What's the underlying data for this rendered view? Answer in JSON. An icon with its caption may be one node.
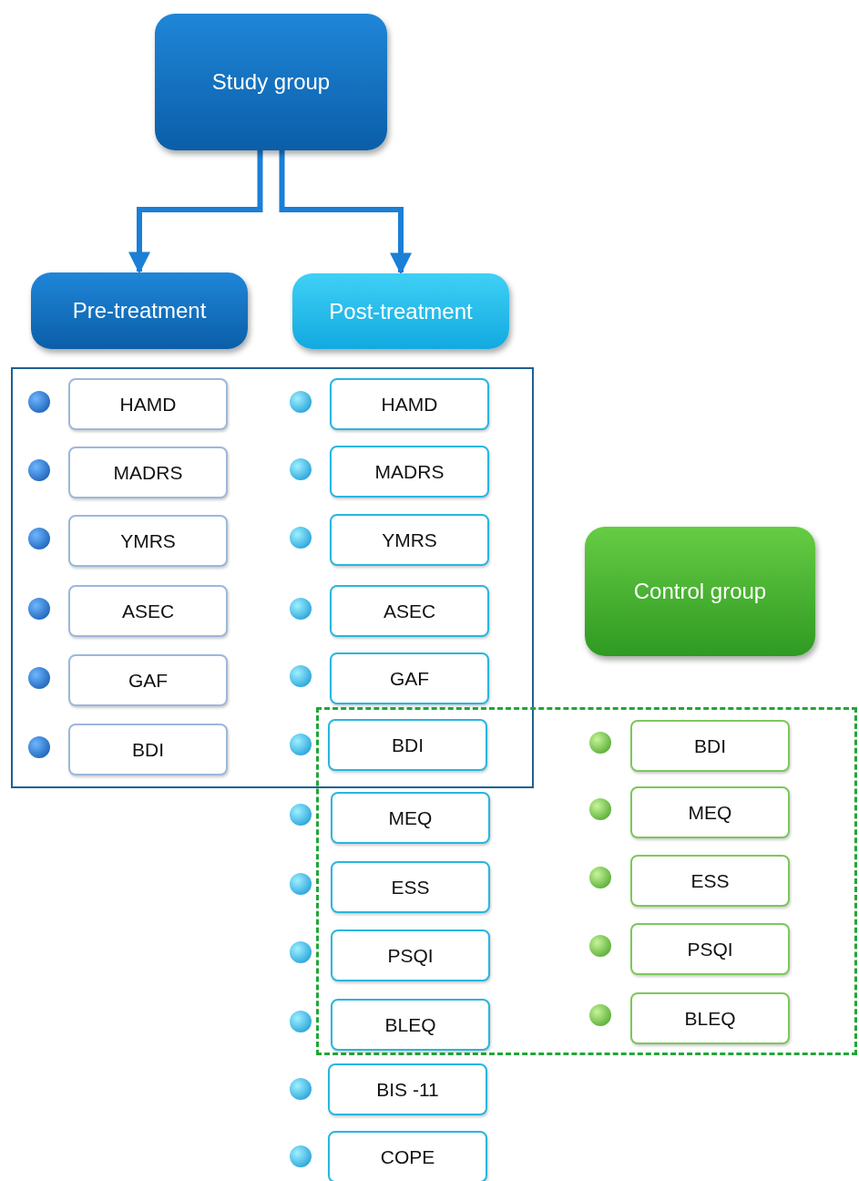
{
  "diagram": {
    "nodes": [
      {
        "text": [
          "Study group"
        ]
      },
      {
        "text": [
          "Pre-treatment"
        ]
      },
      {
        "text": [
          "Post-treatment"
        ]
      },
      {
        "text": [],
        "shape": "box"
      },
      {
        "text": [
          "HAMD"
        ],
        "in": 3
      },
      {
        "text": [
          "MADRS"
        ],
        "in": 3
      },
      {
        "text": [
          "YMRS"
        ],
        "in": 3
      },
      {
        "text": [
          "ASEC"
        ],
        "in": 3
      },
      {
        "text": [
          "GAF"
        ],
        "in": 3
      },
      {
        "text": [
          "BDI"
        ],
        "in": 3
      },
      {
        "text": [
          "HAMD"
        ],
        "in": 3
      },
      {
        "text": [
          "MADRS"
        ],
        "in": 3
      },
      {
        "text": [
          "YMRS"
        ],
        "in": 3
      },
      {
        "text": [
          "ASEC"
        ],
        "in": 3
      },
      {
        "text": [
          "GAF"
        ],
        "in": 3
      },
      {
        "text": [
          "BDI"
        ]
      },
      {
        "text": [
          "Control group"
        ]
      },
      {
        "text": [],
        "shape": "box"
      },
      {
        "text": [
          "MEQ"
        ],
        "in": 17
      },
      {
        "text": [
          "ESS"
        ],
        "in": 17
      },
      {
        "text": [
          "PSQI"
        ],
        "in": 17
      },
      {
        "text": [
          "BLEQ"
        ],
        "in": 17
      },
      {
        "text": [
          "BDI"
        ],
        "in": 17
      },
      {
        "text": [
          "MEQ"
        ],
        "in": 17
      },
      {
        "text": [
          "ESS"
        ],
        "in": 17
      },
      {
        "text": [
          "PSQI"
        ],
        "in": 17
      },
      {
        "text": [
          "BLEQ"
        ],
        "in": 17
      },
      {
        "text": [
          "BIS -11"
        ]
      },
      {
        "text": [
          "COPE"
        ]
      }
    ],
    "edges": [
      {
        "from": 0,
        "to": 1,
        "arrow": "to"
      },
      {
        "from": 0,
        "to": 2,
        "arrow": "to"
      }
    ]
  }
}
